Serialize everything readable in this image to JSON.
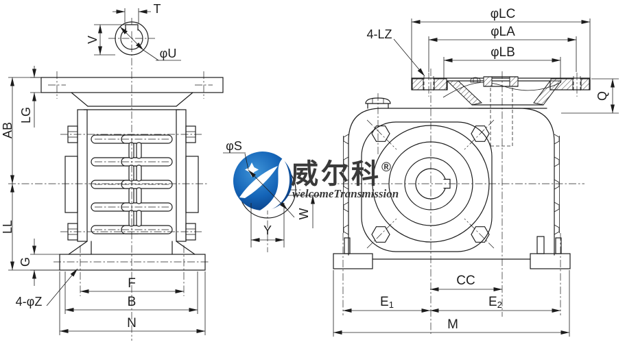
{
  "drawing_title": "worm-gearbox-dimension-drawing",
  "colors": {
    "background": "#ffffff",
    "line": "#1c1c1c",
    "watermark_text": "#3a3a3a",
    "logo_blue_dark": "#083a7e",
    "logo_blue_mid": "#0c4fa0",
    "logo_blue_light": "#3f94d8"
  },
  "watermark": {
    "brand_cn": "威尔科",
    "registered": "®",
    "brand_en": "welcomeTransmission"
  },
  "labels": {
    "t": "T",
    "v": "V",
    "phi_u": "φU",
    "phi_s": "φS",
    "w": "W",
    "y": "Y",
    "ab": "AB",
    "lg": "LG",
    "ll": "LL",
    "g": "G",
    "base_holes": "4-φZ",
    "f": "F",
    "b": "B",
    "n": "N",
    "flange_holes": "4-LZ",
    "phi_lc": "φLC",
    "phi_la": "φLA",
    "phi_lb": "φLB",
    "q": "Q",
    "cc": "CC",
    "e1_base": "E",
    "e1_sub": "1",
    "e2_base": "E",
    "e2_sub": "2",
    "m": "M"
  }
}
